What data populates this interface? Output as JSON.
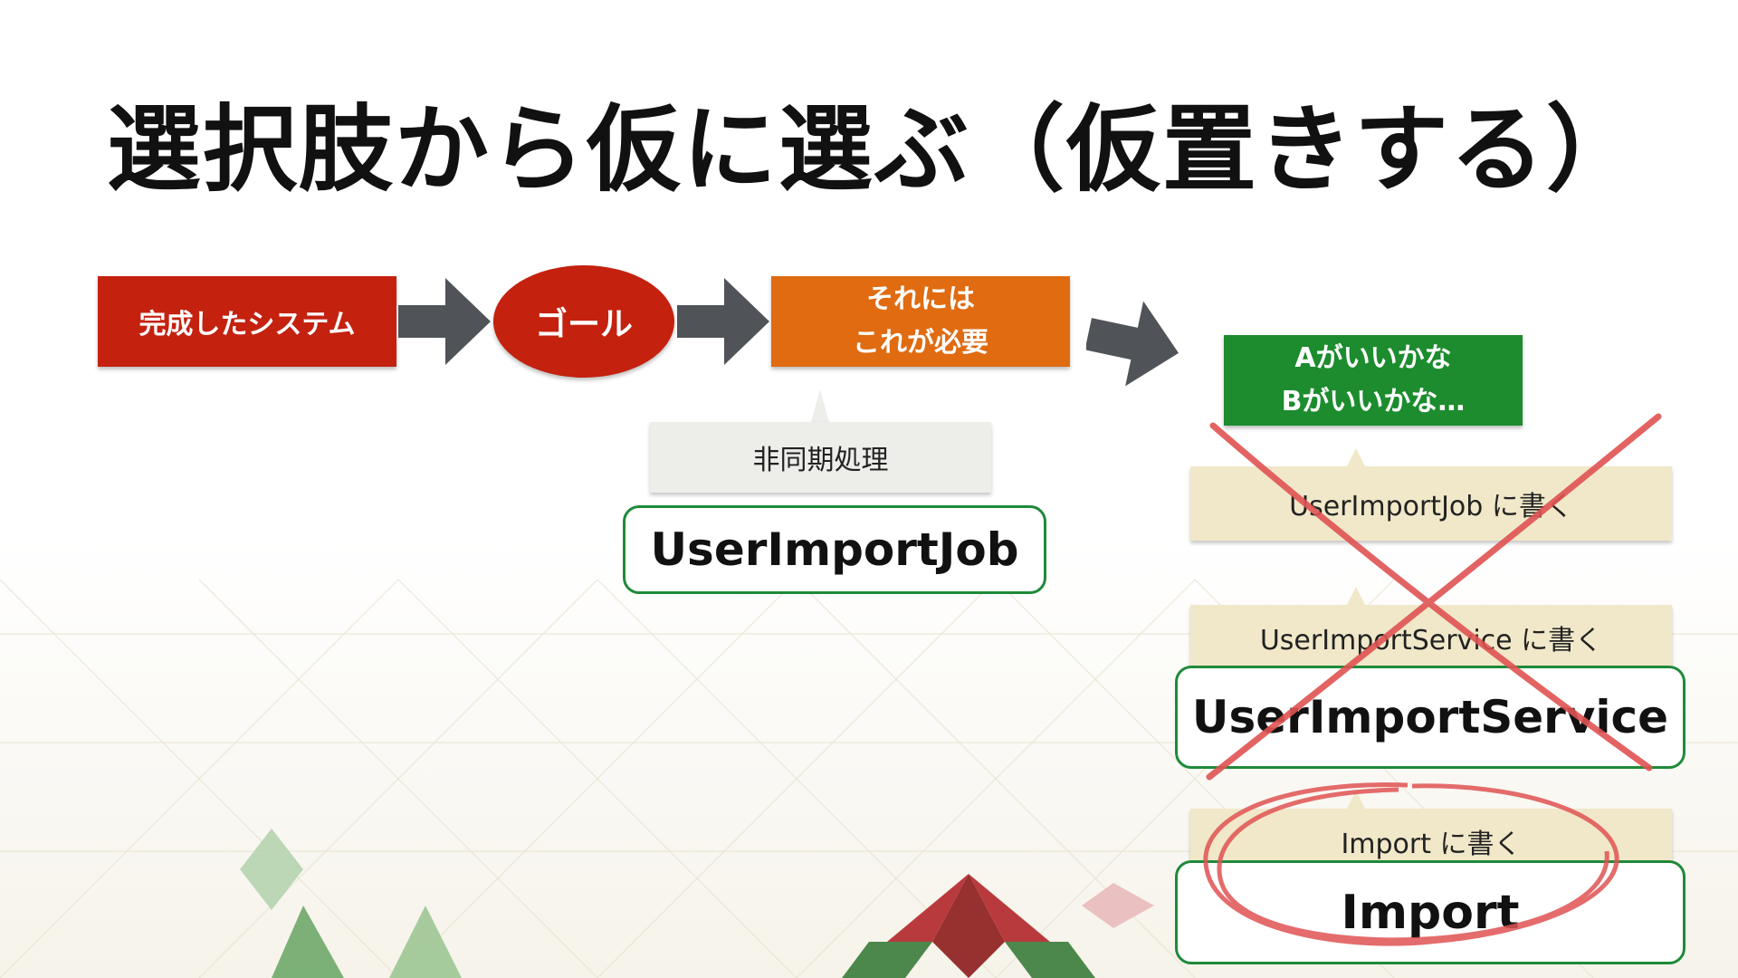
{
  "title": "選択肢から仮に選ぶ（仮置きする）",
  "flow": {
    "step1": "完成したシステム",
    "step2": "ゴール",
    "step3_line1": "それには",
    "step3_line2": "これが必要",
    "step4_line1": "Aがいいかな",
    "step4_line2": "Bがいいかな…"
  },
  "left_branch": {
    "callout": "非同期処理",
    "box": "UserImportJob"
  },
  "options": [
    {
      "callout": "UserImportJob に書く",
      "box": "",
      "status": "crossed"
    },
    {
      "callout": "UserImportService に書く",
      "box": "UserImportService",
      "status": "crossed"
    },
    {
      "callout": "Import に書く",
      "box": "Import",
      "status": "circled"
    }
  ],
  "colors": {
    "red": "#c4210f",
    "orange": "#e06b11",
    "green": "#1c8c2e",
    "arrow": "#505459",
    "mark": "#e05353"
  }
}
